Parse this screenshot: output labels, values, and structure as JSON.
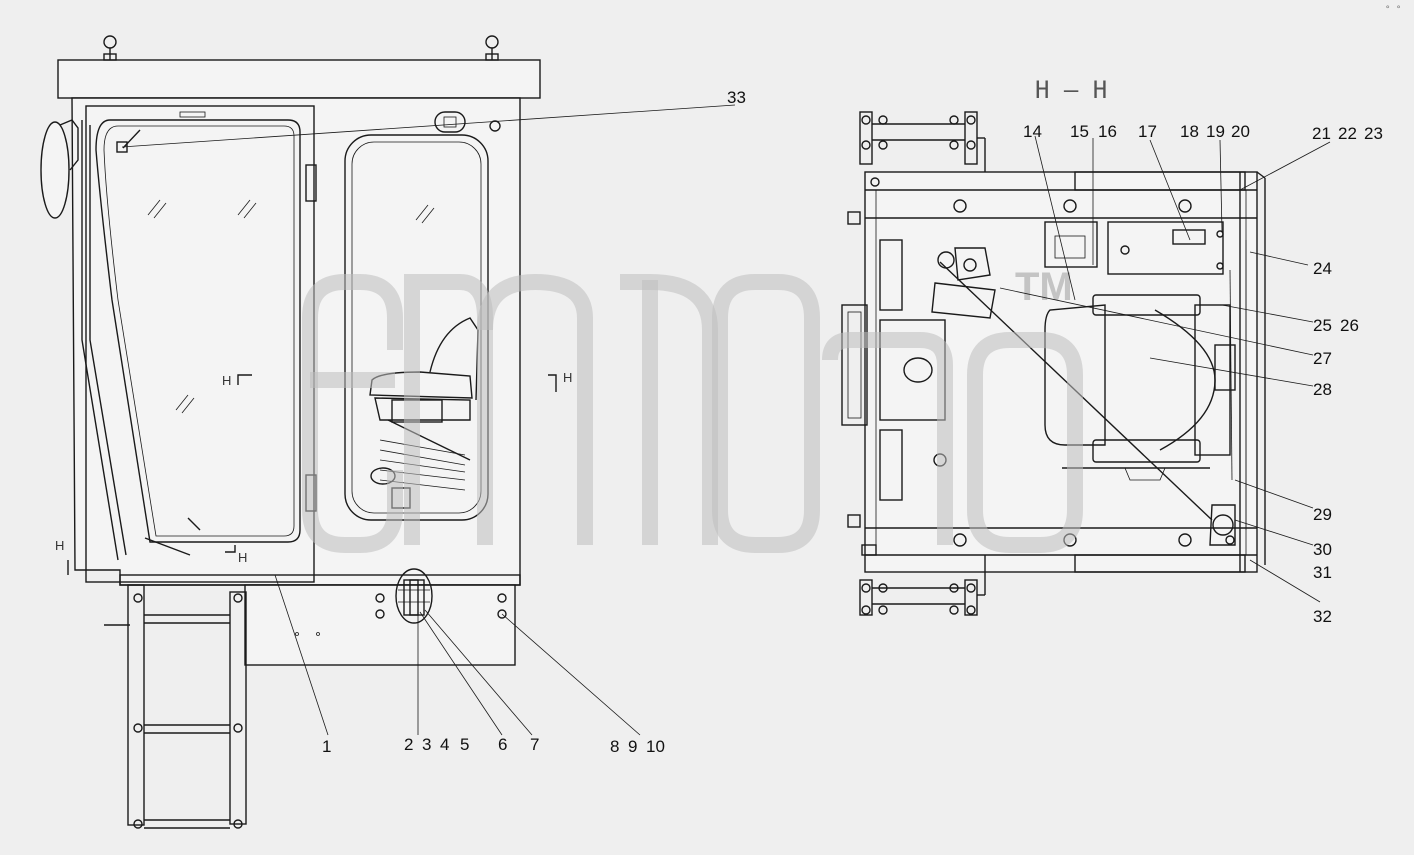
{
  "section_label": "Н – Н",
  "section_marks": [
    "Н",
    "Н",
    "Н",
    "Н"
  ],
  "watermark_mark": "TM",
  "corner_mark": "° °",
  "callouts": {
    "c1": "1",
    "c2": "2",
    "c3": "3",
    "c4": "4",
    "c5": "5",
    "c6": "6",
    "c7": "7",
    "c8": "8",
    "c9": "9",
    "c10": "10",
    "c14": "14",
    "c15": "15",
    "c16": "16",
    "c17": "17",
    "c18": "18",
    "c19": "19",
    "c20": "20",
    "c21": "21",
    "c22": "22",
    "c23": "23",
    "c24": "24",
    "c25": "25",
    "c26": "26",
    "c27": "27",
    "c28": "28",
    "c29": "29",
    "c30": "30",
    "c31": "31",
    "c32": "32",
    "c33": "33"
  }
}
